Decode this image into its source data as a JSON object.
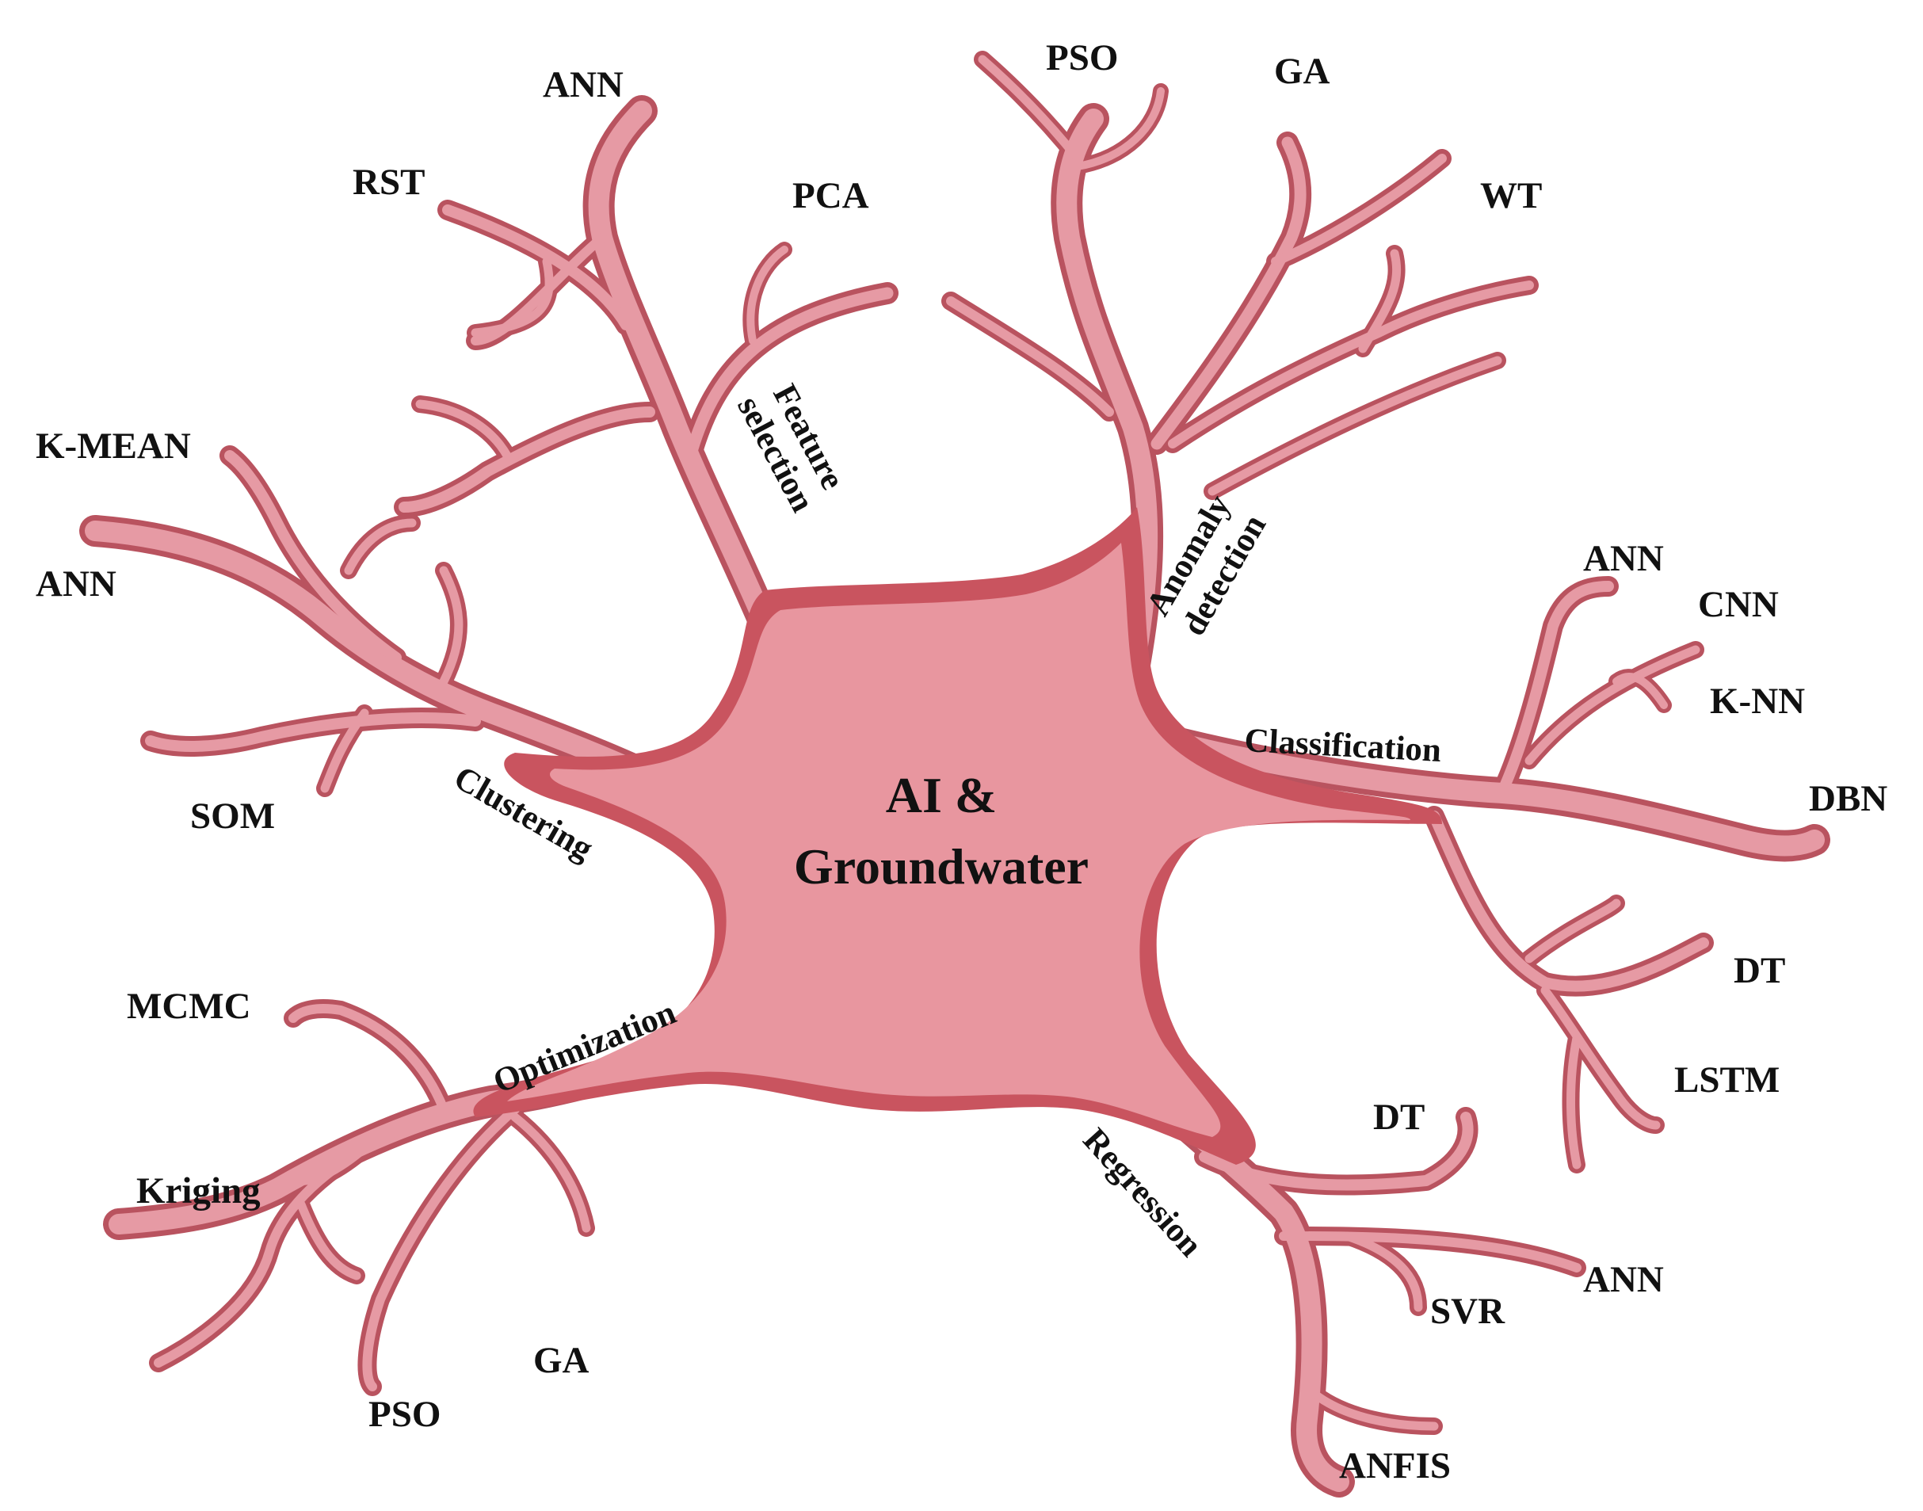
{
  "center": {
    "line1": "AI &",
    "line2": "Groundwater"
  },
  "branches": {
    "feature_selection": {
      "line1": "Feature",
      "line2": "selection",
      "leaves": [
        "ANN",
        "RST",
        "PCA"
      ]
    },
    "anomaly_detection": {
      "line1": "Anomaly",
      "line2": "detection",
      "leaves": [
        "PSO",
        "GA",
        "WT"
      ]
    },
    "classification": {
      "label": "Classification",
      "leaves": [
        "ANN",
        "CNN",
        "K-NN",
        "DBN",
        "DT",
        "LSTM"
      ]
    },
    "regression": {
      "label": "Regression",
      "leaves": [
        "DT",
        "ANN",
        "SVR",
        "ANFIS"
      ]
    },
    "optimization": {
      "label": "Optimization",
      "leaves": [
        "MCMC",
        "Kriging",
        "PSO",
        "GA"
      ]
    },
    "clustering": {
      "label": "Clustering",
      "leaves": [
        "K-MEAN",
        "ANN",
        "SOM"
      ]
    }
  },
  "colors": {
    "body": "#e8969f",
    "body_edge": "#c9545f",
    "dendrite_outline": "#b9535f",
    "dendrite_fill": "#e69aa4",
    "text": "#111111"
  }
}
